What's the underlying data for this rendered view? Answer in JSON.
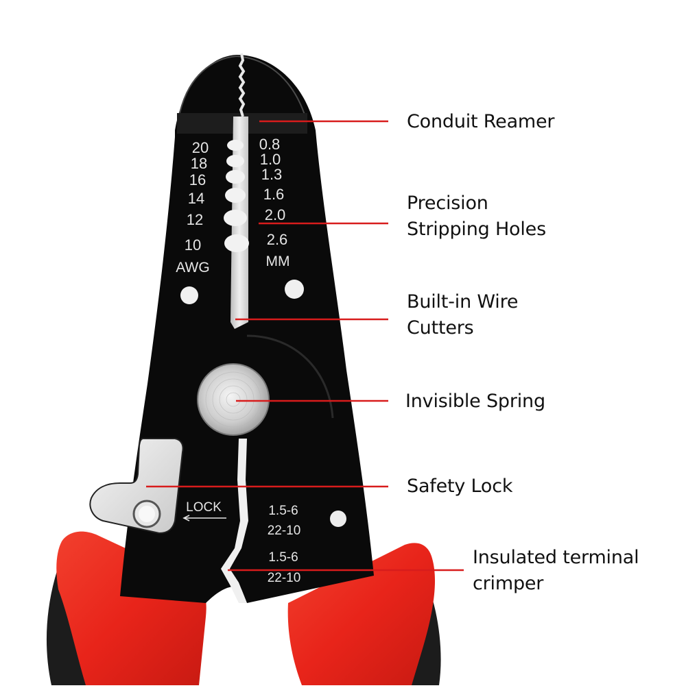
{
  "product": "wire stripper crimper tool",
  "colors": {
    "background": "#ffffff",
    "callout_line": "#d81c1c",
    "tool_body": "#0a0a0a",
    "handle_red": "#e8241a",
    "handle_black": "#1a1a1a",
    "metal": "#d8d8d8",
    "label_text": "#111111",
    "engraving": "#e6e6e6"
  },
  "awg_scale": {
    "unit": "AWG",
    "values": [
      "20",
      "18",
      "16",
      "14",
      "12",
      "10"
    ]
  },
  "mm_scale": {
    "unit": "MM",
    "values": [
      "0.8",
      "1.0",
      "1.3",
      "1.6",
      "2.0",
      "2.6"
    ]
  },
  "lock_marking": {
    "text": "LOCK",
    "arrow_icon": "left-arrow"
  },
  "crimp_markings": [
    {
      "mm2": "1.5-6",
      "awg": "22-10"
    },
    {
      "mm2": "1.5-6",
      "awg": "22-10"
    }
  ],
  "callouts": [
    {
      "id": "conduit-reamer",
      "lines": [
        "Conduit Reamer"
      ]
    },
    {
      "id": "precision-stripping-holes",
      "lines": [
        "Precision",
        "Stripping Holes"
      ]
    },
    {
      "id": "built-in-wire-cutters",
      "lines": [
        "Built-in Wire",
        "Cutters"
      ]
    },
    {
      "id": "invisible-spring",
      "lines": [
        "Invisible Spring"
      ]
    },
    {
      "id": "safety-lock",
      "lines": [
        "Safety Lock"
      ]
    },
    {
      "id": "insulated-terminal-crimper",
      "lines": [
        "Insulated terminal",
        "crimper"
      ]
    }
  ]
}
